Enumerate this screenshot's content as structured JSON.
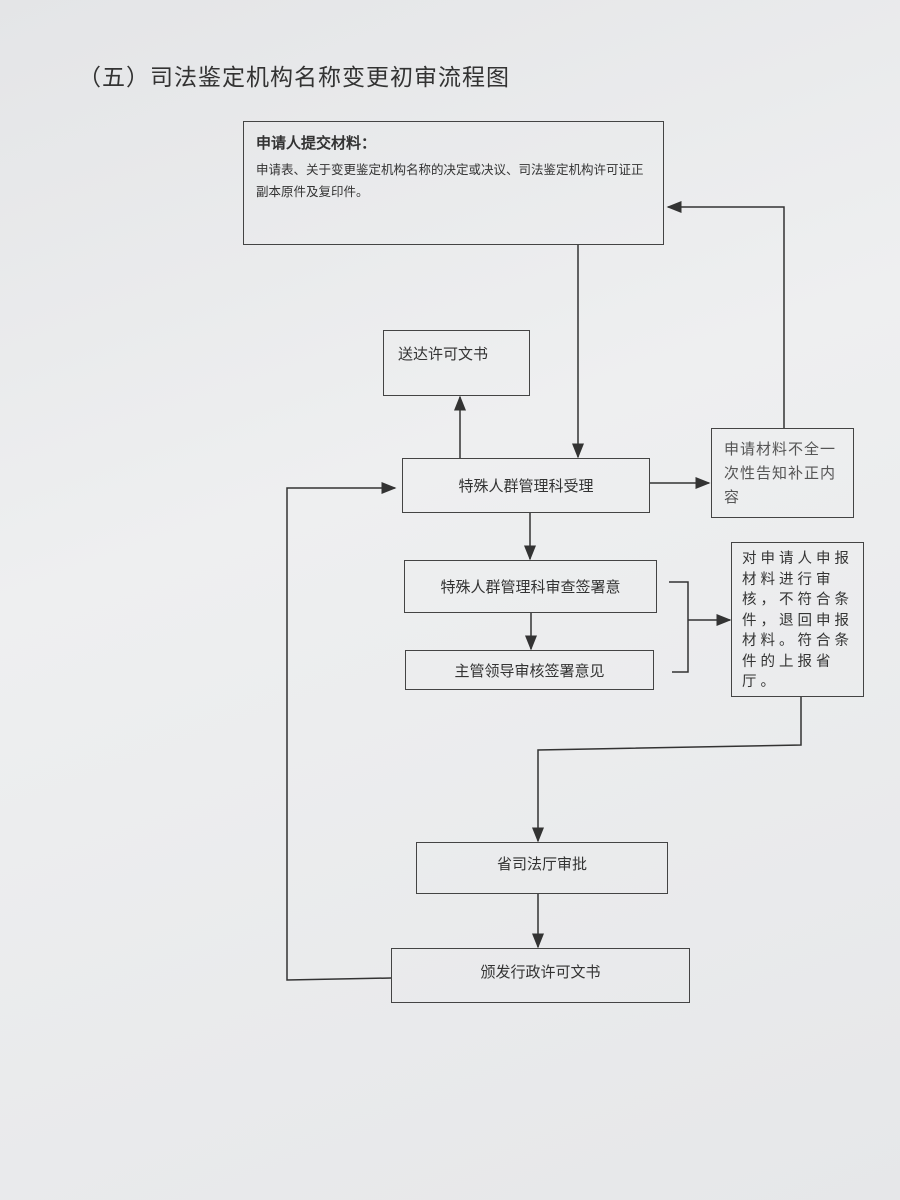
{
  "title": "（五）司法鉴定机构名称变更初审流程图",
  "nodes": {
    "submit": {
      "heading": "申请人提交材料：",
      "body": "申请表、关于变更鉴定机构名称的决定或决议、司法鉴定机构许可证正副本原件及复印件。"
    },
    "deliver": "送达许可文书",
    "accept": "特殊人群管理科受理",
    "incomplete": "申请材料不全一次性告知补正内容",
    "review": "特殊人群管理科审查签署意",
    "leader": "主管领导审核签署意见",
    "check": "对申请人申报材料进行审核，不符合条件，退回申报材料。符合条件的上报省厅。",
    "approve": "省司法厅审批",
    "issue": "颁发行政许可文书"
  }
}
